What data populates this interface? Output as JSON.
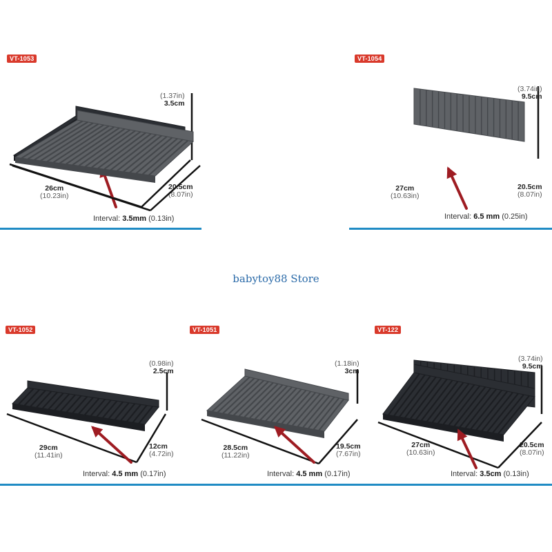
{
  "store_name": "babytoy88 Store",
  "colors": {
    "tag": "#d9392b",
    "rule": "#1f8bc4",
    "arrow": "#9e1c22",
    "dark_tray": "#2b2e33",
    "grey_tray": "#5f6266"
  },
  "products": [
    {
      "id": "VT-1053",
      "tray_color": "dark",
      "has_wall": false,
      "length": "26cm",
      "length_in": "(10.23in)",
      "width": "20.5cm",
      "width_in": "(8.07in)",
      "height": "3.5cm",
      "height_in": "(1.37in)",
      "interval_label": "Interval:",
      "interval_mm": "3.5mm",
      "interval_in": "(0.13in)"
    },
    {
      "id": "VT-1054",
      "tray_color": "grey",
      "has_wall": true,
      "length": "27cm",
      "length_in": "(10.63in)",
      "width": "20.5cm",
      "width_in": "(8.07in)",
      "height": "9.5cm",
      "height_in": "(3.74in)",
      "interval_label": "Interval:",
      "interval_mm": "6.5 mm",
      "interval_in": "(0.25in)"
    },
    {
      "id": "VT-1052",
      "tray_color": "dark",
      "has_wall": false,
      "length": "29cm",
      "length_in": "(11.41in)",
      "width": "12cm",
      "width_in": "(4.72in)",
      "height": "2.5cm",
      "height_in": "(0.98in)",
      "interval_label": "Interval:",
      "interval_mm": "4.5 mm",
      "interval_in": "(0.17in)"
    },
    {
      "id": "VT-1051",
      "tray_color": "grey",
      "has_wall": false,
      "length": "28.5cm",
      "length_in": "(11.22in)",
      "width": "19.5cm",
      "width_in": "(7.67in)",
      "height": "3cm",
      "height_in": "(1.18in)",
      "interval_label": "Interval:",
      "interval_mm": "4.5 mm",
      "interval_in": "(0.17in)"
    },
    {
      "id": "VT-122",
      "tray_color": "dark",
      "has_wall": true,
      "length": "27cm",
      "length_in": "(10.63in)",
      "width": "20.5cm",
      "width_in": "(8.07in)",
      "height": "9.5cm",
      "height_in": "(3.74in)",
      "interval_label": "Interval:",
      "interval_mm": "3.5cm",
      "interval_in": "(0.13in)"
    }
  ]
}
